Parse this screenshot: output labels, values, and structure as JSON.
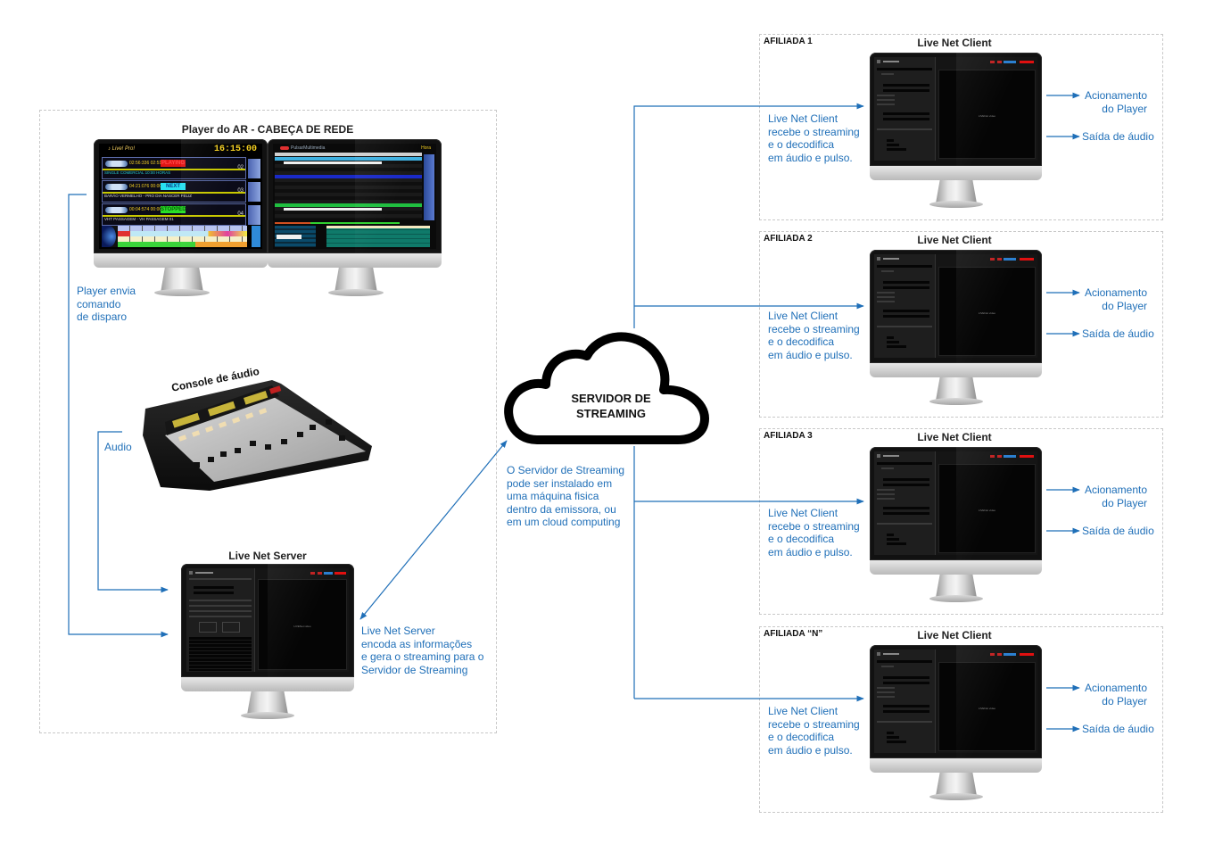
{
  "head_group": {
    "title": "Player do AR - CABEÇA DE REDE",
    "player_screen": {
      "clock": "16:15:00",
      "decks": [
        {
          "status": "PLAYING",
          "status_color": "#e01515",
          "track_no": "02",
          "track": "SINGLE COMERCIAL 10:00 HORAS"
        },
        {
          "status": "NEXT",
          "status_color": "#27e0f0",
          "track_no": "03",
          "track": "BARÃO VERMELHO - PRO DIA NASCER FELIZ"
        },
        {
          "status": "STOPPED",
          "status_color": "#27e027",
          "track_no": "04",
          "track": "VHT PASSAGEM - VH PASSAGEM 01"
        }
      ]
    },
    "player_to_console_label": "Player envia\ncomando\nde disparo",
    "console_label": "Console de áudio",
    "audio_label": "Audio",
    "server_title": "Live Net Server",
    "server_caption": "Live Net Server\nencoda as informações\ne gera o streaming para o\nServidor de Streaming"
  },
  "cloud": {
    "label_line1": "SERVIDOR DE",
    "label_line2": "STREAMING",
    "caption": "O Servidor de Streaming\npode ser instalado em\numa máquina fisica\ndentro da emissora, ou\nem um cloud computing"
  },
  "affiliates": [
    {
      "label": "AFILIADA 1",
      "title": "Live Net Client",
      "caption": "Live Net Client\nrecebe o streaming\ne o decodifica\nem áudio e pulso.",
      "out1": "Acionamento\ndo Player",
      "out2": "Saída de áudio"
    },
    {
      "label": "AFILIADA 2",
      "title": "Live Net Client",
      "caption": "Live Net Client\nrecebe o streaming\ne o decodifica\nem áudio e pulso.",
      "out1": "Acionamento\ndo Player",
      "out2": "Saída de áudio"
    },
    {
      "label": "AFILIADA 3",
      "title": "Live Net Client",
      "caption": "Live Net Client\nrecebe o streaming\ne o decodifica\nem áudio e pulso.",
      "out1": "Acionamento\ndo Player",
      "out2": "Saída de áudio"
    },
    {
      "label": "AFILIADA “N”",
      "title": "Live Net Client",
      "caption": "Live Net Client\nrecebe o streaming\ne o decodifica\nem áudio e pulso.",
      "out1": "Acionamento\ndo Player",
      "out2": "Saída de áudio"
    }
  ],
  "colors": {
    "arrow": "#1f6fb8",
    "text_blue": "#1f6fb8",
    "dashed_border": "#c8c8c8",
    "cloud_stroke": "#000000"
  }
}
